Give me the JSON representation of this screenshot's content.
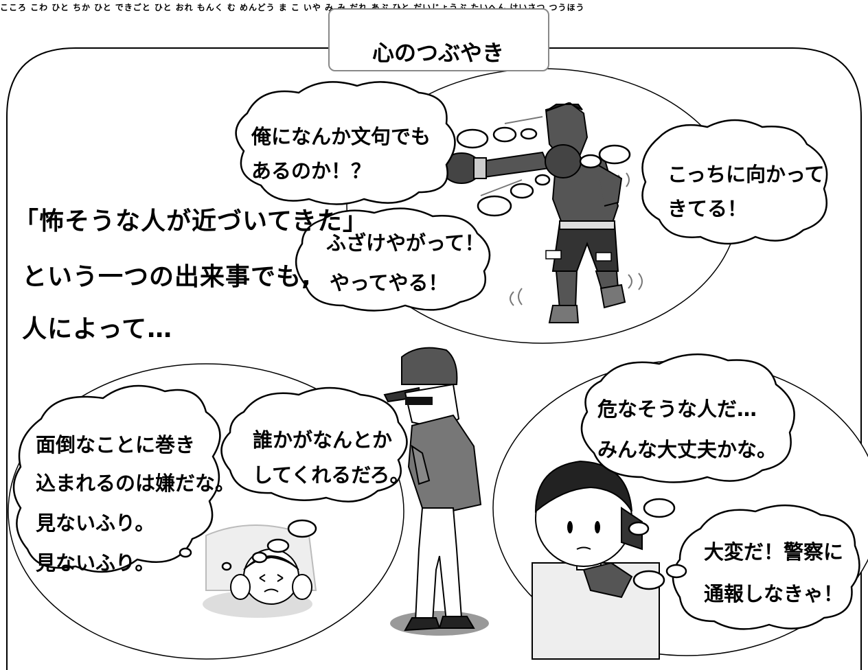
{
  "title": {
    "ruby": "こころ",
    "text": "心のつぶやき"
  },
  "narration": {
    "line1": "「怖そうな人が近づいてきた」",
    "line1_ruby": {
      "kowa": "こわ",
      "hito": "ひと",
      "chika": "ちか"
    },
    "line2": "という一つの出来事でも,",
    "line2_ruby": {
      "hito": "ひと",
      "dekigoto": "できごと"
    },
    "line3": "人によって…",
    "line3_ruby": {
      "hito": "ひと"
    }
  },
  "boxer": {
    "bubble1": {
      "line1": "俺になんか文句でも",
      "line2": "あるのか！？",
      "ruby_ore": "おれ",
      "ruby_monku": "もんく"
    },
    "bubble2": {
      "line1": "こっちに向かって",
      "line2": "きてる！",
      "ruby_mu": "む"
    },
    "bubble3": {
      "line1": "ふざけやがって！",
      "line2": "やってやる！"
    }
  },
  "bystander": {
    "bubble1": {
      "line1": "面倒なことに巻き",
      "line2": "込まれるのは嫌だな。",
      "line3": "見ないふり。",
      "line4": "見ないふり。",
      "ruby_mendou": "めんどう",
      "ruby_ma": "ま",
      "ruby_ko": "こ",
      "ruby_iya": "いや",
      "ruby_mi1": "み",
      "ruby_mi2": "み"
    },
    "bubble2": {
      "line1": "誰かがなんとか",
      "line2": "してくれるだろ。",
      "ruby_dare": "だれ"
    }
  },
  "caller": {
    "bubble1": {
      "line1": "危なそうな人だ…",
      "line2": "みんな大丈夫かな。",
      "ruby_abu": "あぶ",
      "ruby_hito": "ひと",
      "ruby_daijoubu": "だいじょうぶ"
    },
    "bubble2": {
      "line1": "大変だ！警察に",
      "line2": "通報しなきゃ！",
      "ruby_taihen": "たいへん",
      "ruby_keisatsu": "けいさつ",
      "ruby_tsuuhou": "つうほう"
    }
  }
}
